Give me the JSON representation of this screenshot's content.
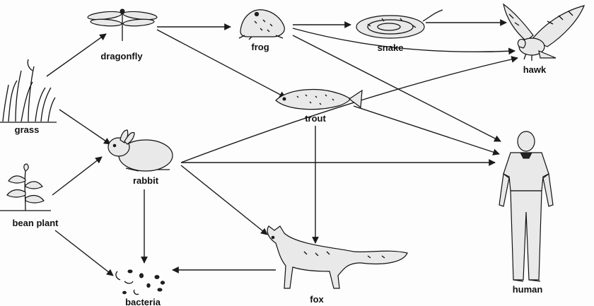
{
  "diagram": {
    "labels": {
      "dragonfly": "dragonfly",
      "frog": "frog",
      "snake": "snake",
      "hawk": "hawk",
      "grass": "grass",
      "trout": "trout",
      "rabbit": "rabbit",
      "human": "human",
      "bean_plant": "bean plant",
      "fox": "fox",
      "bacteria": "bacteria"
    },
    "edges": [
      [
        "grass",
        "dragonfly"
      ],
      [
        "grass",
        "rabbit"
      ],
      [
        "bean_plant",
        "rabbit"
      ],
      [
        "bean_plant",
        "bacteria"
      ],
      [
        "dragonfly",
        "frog"
      ],
      [
        "dragonfly",
        "trout"
      ],
      [
        "frog",
        "snake"
      ],
      [
        "frog",
        "hawk"
      ],
      [
        "frog",
        "human"
      ],
      [
        "snake",
        "hawk"
      ],
      [
        "trout",
        "human"
      ],
      [
        "trout",
        "fox"
      ],
      [
        "rabbit",
        "hawk"
      ],
      [
        "rabbit",
        "human"
      ],
      [
        "rabbit",
        "fox"
      ],
      [
        "rabbit",
        "bacteria"
      ],
      [
        "fox",
        "bacteria"
      ]
    ]
  }
}
